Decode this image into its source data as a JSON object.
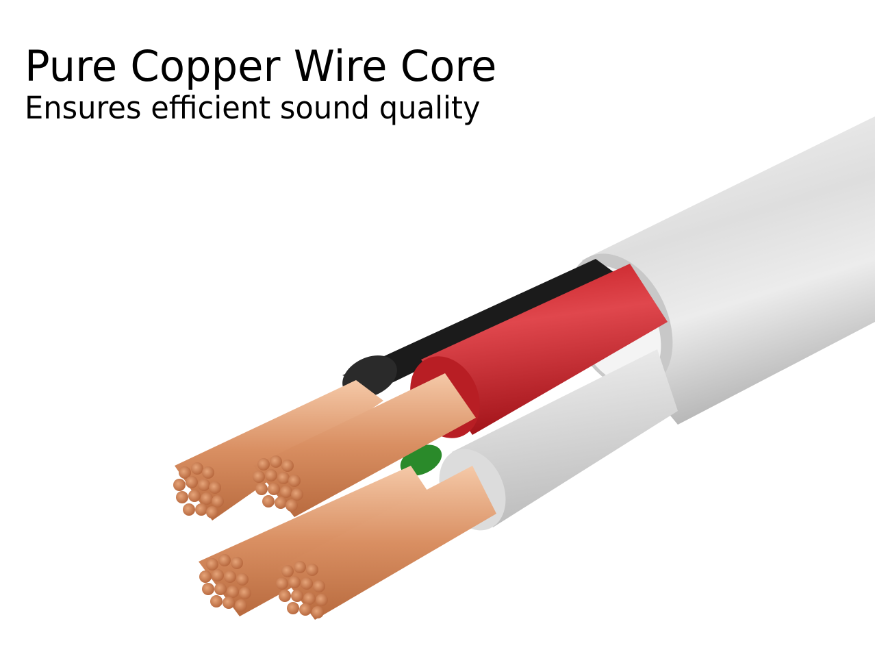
{
  "headline": "Pure Copper Wire Core",
  "subheadline": "Ensures efficient sound quality",
  "image": {
    "subject": "cable-cross-section",
    "jacket_color": "#e6e6e6",
    "inner_wires": [
      {
        "name": "black-wire",
        "color": "#1a1a1a"
      },
      {
        "name": "red-wire",
        "color": "#d42a2a"
      },
      {
        "name": "green-wire",
        "color": "#2a8a2a"
      },
      {
        "name": "white-wire",
        "color": "#e8e8e8"
      }
    ],
    "copper_color": "#d9936a"
  }
}
